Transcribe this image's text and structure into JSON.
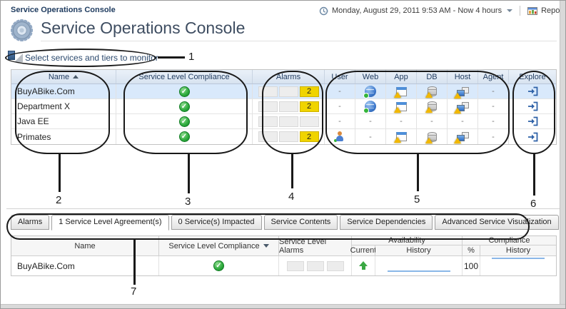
{
  "window": {
    "breadcrumb": "Service Operations Console",
    "page_title": "Service Operations Console",
    "time_range_label": "Monday, August 29, 2011 9:53 AM - Now 4 hours",
    "reports_label": "Reports"
  },
  "monitor_link": {
    "label": "Select services and tiers to monitor"
  },
  "services_table": {
    "headers": {
      "name": "Name",
      "slc": "Service Level Compliance",
      "alarms": "Alarms",
      "user": "User",
      "web": "Web",
      "app": "App",
      "db": "DB",
      "host": "Host",
      "agent": "Agent",
      "explore": "Explore"
    },
    "rows": [
      {
        "name": "BuyABike.Com",
        "selected": true,
        "compliance": "ok",
        "alarm_count": "2",
        "user": "-",
        "web": "globe-icon",
        "app": "app-warning-icon",
        "db": "db-warning-icon",
        "host": "host-warning-icon",
        "agent": "-"
      },
      {
        "name": "Department X",
        "selected": false,
        "compliance": "ok",
        "alarm_count": "2",
        "user": "-",
        "web": "globe-icon",
        "app": "app-warning-icon",
        "db": "db-warning-icon",
        "host": "host-warning-icon",
        "agent": "-"
      },
      {
        "name": "Java EE",
        "selected": false,
        "compliance": "ok",
        "alarm_count": "",
        "user": "-",
        "web": "-",
        "app": "-",
        "db": "-",
        "host": "-",
        "agent": "-"
      },
      {
        "name": "Primates",
        "selected": false,
        "compliance": "ok",
        "alarm_count": "2",
        "user": "user-icon",
        "web": "-",
        "app": "app-warning-icon",
        "db": "db-warning-icon",
        "host": "host-warning-icon",
        "agent": "-"
      }
    ]
  },
  "callouts": [
    "1",
    "2",
    "3",
    "4",
    "5",
    "6",
    "7"
  ],
  "tabs": [
    {
      "label": "Alarms",
      "active": false
    },
    {
      "label": "1 Service Level Agreement(s)",
      "active": true
    },
    {
      "label": "0 Service(s) Impacted",
      "active": false
    },
    {
      "label": "Service Contents",
      "active": false
    },
    {
      "label": "Service Dependencies",
      "active": false
    },
    {
      "label": "Advanced Service Visualization",
      "active": false
    }
  ],
  "sla_table": {
    "headers": {
      "name": "Name",
      "slc": "Service Level Compliance",
      "sl_alarms": "Service Level Alarms",
      "availability": "Availability",
      "current": "Current",
      "history": "History",
      "percent": "%",
      "compliance": "Compliance",
      "compliance_history": "History"
    },
    "row": {
      "name": "BuyABike.Com",
      "compliance": "ok",
      "availability_current": "up",
      "availability_percent": "100"
    }
  },
  "colors": {
    "alarm_yellow": "#f0d400",
    "compliance_green": "#2daa3c",
    "selected_row_blue": "#d9e9fb",
    "sparkline_blue": "#8ab7e8",
    "header_blue": "#d8e3f0",
    "link_navy": "#2c4a6e",
    "callout_black": "#191919"
  }
}
